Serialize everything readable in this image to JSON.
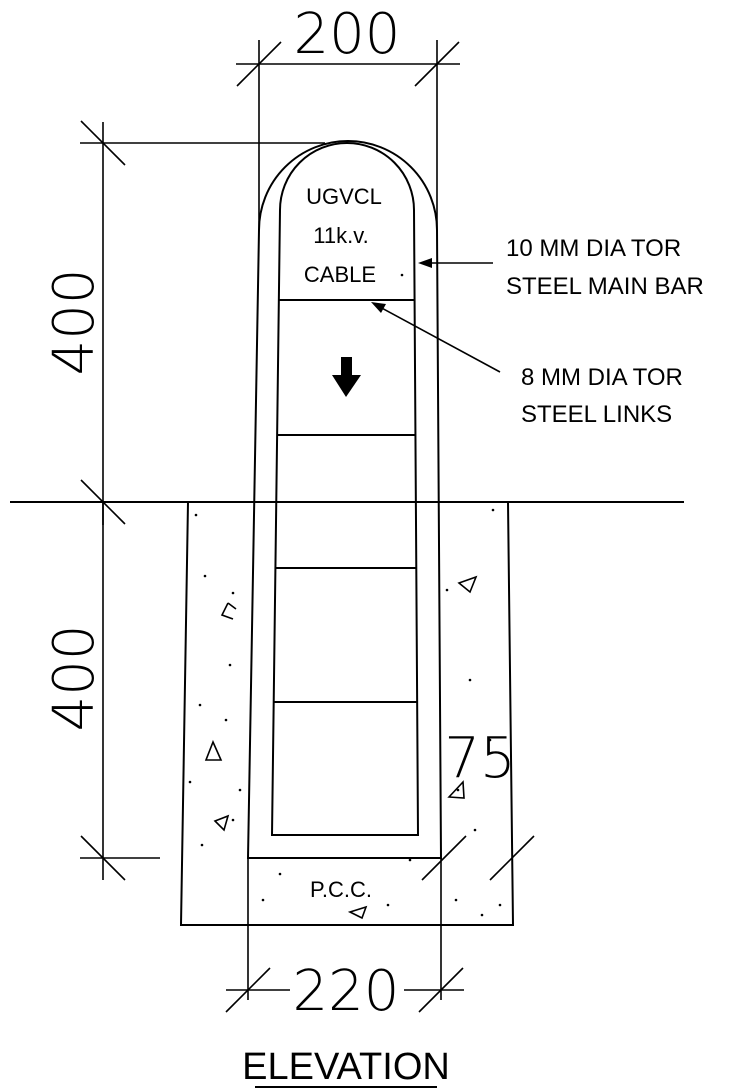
{
  "dimensions": {
    "top_width": "200",
    "above_ground_height": "400",
    "below_ground_height": "400",
    "cover": "75",
    "base_width": "220"
  },
  "marker_text": {
    "line1": "UGVCL",
    "line2": "11k.v.",
    "line3": "CABLE"
  },
  "annotations": {
    "main_bar_line1": "10  MM  DIA  TOR",
    "main_bar_line2": "STEEL  MAIN  BAR",
    "links_line1": "8  MM  DIA  TOR",
    "links_line2": "STEEL  LINKS"
  },
  "base_label": "P.C.C.",
  "title": "ELEVATION"
}
